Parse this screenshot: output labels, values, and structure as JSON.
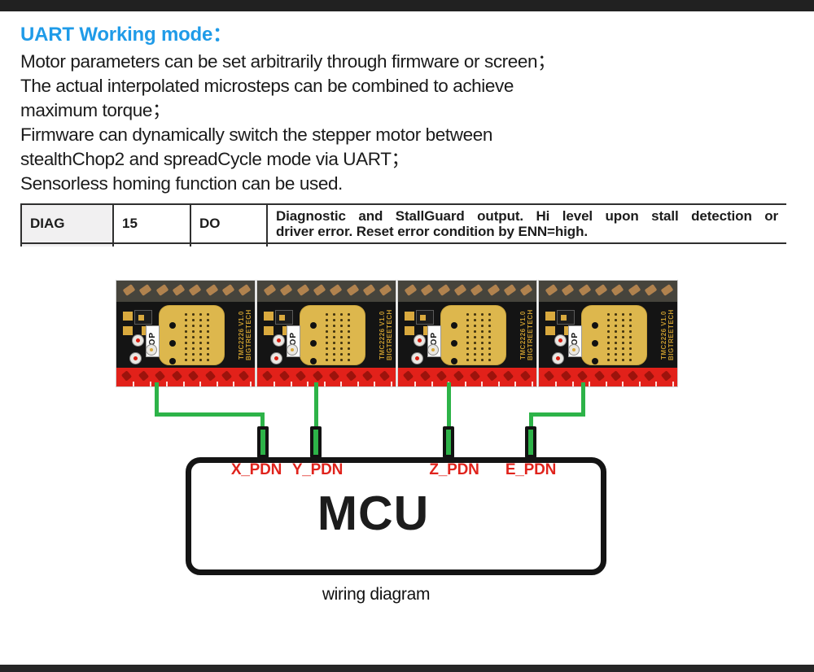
{
  "heading": "UART Working mode：",
  "paragraph_lines": [
    "Motor parameters can be set arbitrarily through firmware or screen；",
    "The actual interpolated microsteps can be combined to achieve",
    "maximum torque；",
    "Firmware can dynamically switch the stepper motor between",
    "stealthChop2 and spreadCycle mode via UART；",
    "Sensorless homing function can be used."
  ],
  "pin_table": {
    "pin_name": "DIAG",
    "pin_number": "15",
    "pin_type": "DO",
    "description_lines": [
      "Diagnostic and StallGuard output. Hi level upon stall detection or",
      "driver error. Reset error condition by ENN=high."
    ]
  },
  "diagram": {
    "module": {
      "top_label": "TOP",
      "side_text_line1": "BIGTREETECH",
      "side_text_line2": "TMC2226 V1.0"
    },
    "module_count": 4,
    "port_labels": [
      "X_PDN",
      "Y_PDN",
      "Z_PDN",
      "E_PDN"
    ],
    "mcu_label": "MCU",
    "caption": "wiring diagram",
    "colors": {
      "heading_blue": "#1f9be8",
      "wire_green": "#2db348",
      "port_label_red": "#e0231c",
      "chip_gold": "#ddb74d",
      "pcb_black": "#141414",
      "pin_strip_red": "#e2211a"
    }
  }
}
